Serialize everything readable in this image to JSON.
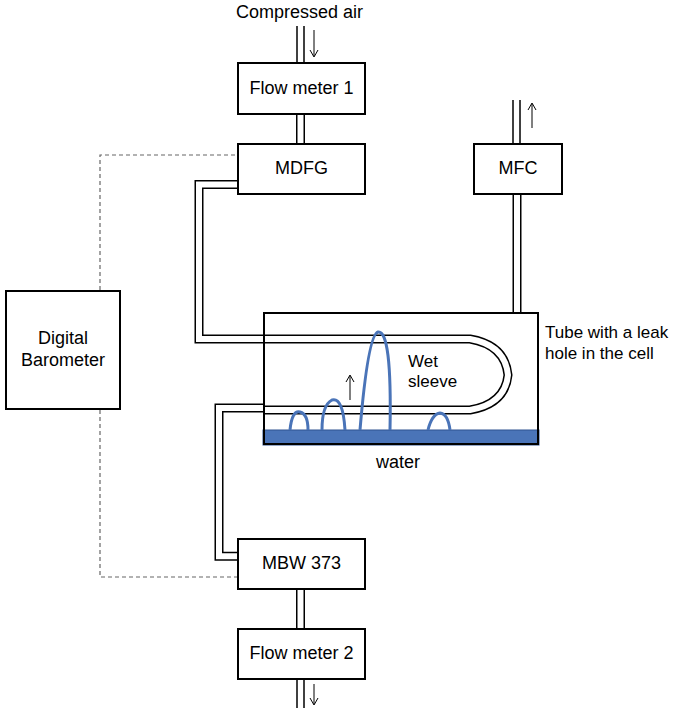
{
  "diagram": {
    "nodes": [
      {
        "text": [
          "Flow meter 1"
        ]
      },
      {
        "text": [
          "MDFG"
        ]
      },
      {
        "text": [
          "MFC"
        ]
      },
      {
        "text": [
          "Digital Barometer"
        ]
      },
      {
        "text": [
          "Tube with a leak hole in the cell"
        ]
      },
      {
        "text": [
          "MBW 373"
        ]
      },
      {
        "text": [
          "Flow meter 2"
        ]
      }
    ],
    "edges": [
      {
        "from": 0,
        "to": 1,
        "arrow": "none"
      },
      {
        "from": 1,
        "to": 4,
        "arrow": "none"
      },
      {
        "from": 4,
        "to": 2,
        "arrow": "none"
      },
      {
        "from": 4,
        "to": 5,
        "arrow": "none"
      },
      {
        "from": 5,
        "to": 6,
        "arrow": "none"
      },
      {
        "from": 3,
        "to": 1,
        "arrow": "none"
      },
      {
        "from": 3,
        "to": 5,
        "arrow": "none"
      }
    ],
    "labels": [
      "Compressed air",
      "Wet sleeve",
      "water"
    ]
  }
}
